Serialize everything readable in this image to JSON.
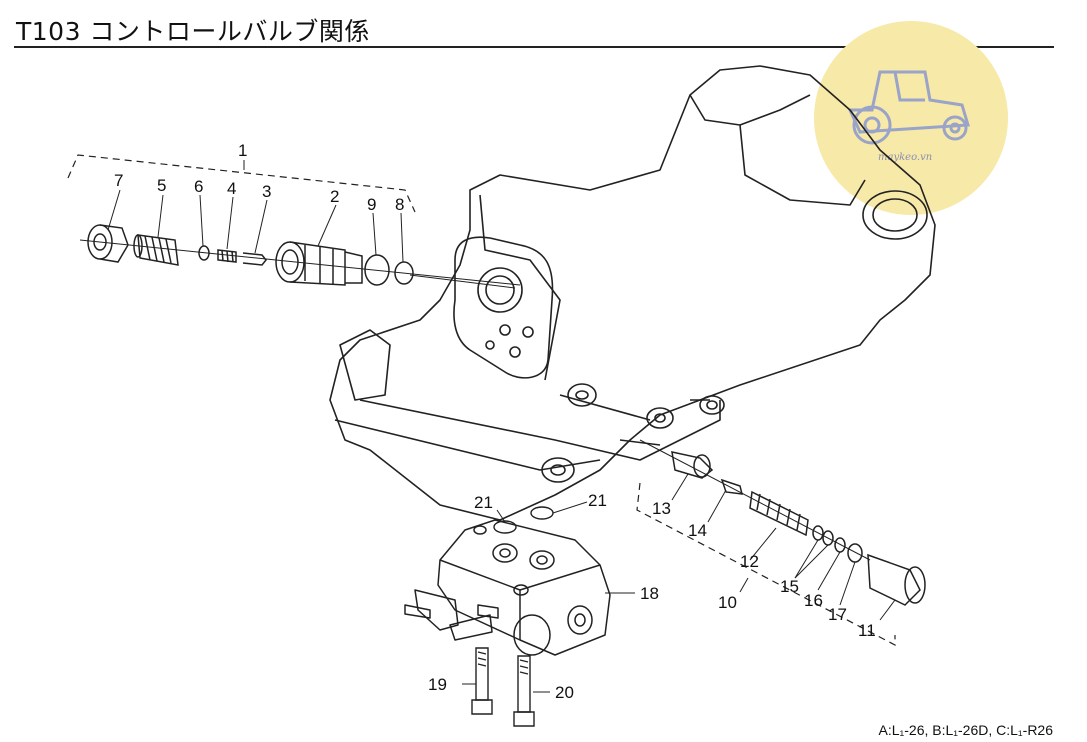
{
  "header": {
    "title": "T103 コントロールバルブ関係"
  },
  "footer": {
    "variants": "A:L₁-26, B:L₁-26D, C:L₁-R26"
  },
  "watermark": {
    "logo": "tractor-logo",
    "text": "maykeo.vn",
    "color": "#f7e9a8"
  },
  "callouts": [
    {
      "id": "c1",
      "text": "1"
    },
    {
      "id": "c7",
      "text": "7"
    },
    {
      "id": "c5",
      "text": "5"
    },
    {
      "id": "c6",
      "text": "6"
    },
    {
      "id": "c4",
      "text": "4"
    },
    {
      "id": "c3",
      "text": "3"
    },
    {
      "id": "c2",
      "text": "2"
    },
    {
      "id": "c9",
      "text": "9"
    },
    {
      "id": "c8",
      "text": "8"
    },
    {
      "id": "c21a",
      "text": "21"
    },
    {
      "id": "c21b",
      "text": "21"
    },
    {
      "id": "c18",
      "text": "18"
    },
    {
      "id": "c19",
      "text": "19"
    },
    {
      "id": "c20",
      "text": "20"
    },
    {
      "id": "c13",
      "text": "13"
    },
    {
      "id": "c14",
      "text": "14"
    },
    {
      "id": "c12",
      "text": "12"
    },
    {
      "id": "c10",
      "text": "10"
    },
    {
      "id": "c15",
      "text": "15"
    },
    {
      "id": "c16",
      "text": "16"
    },
    {
      "id": "c17",
      "text": "17"
    },
    {
      "id": "c11",
      "text": "11"
    }
  ]
}
